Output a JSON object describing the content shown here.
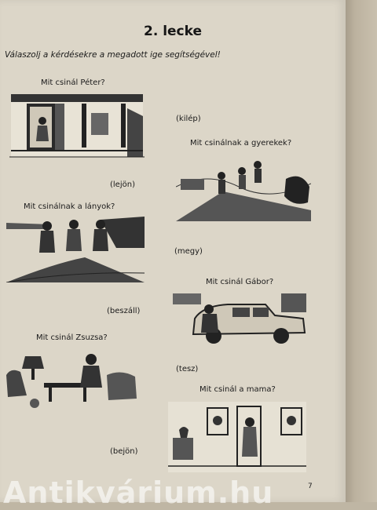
{
  "lesson": {
    "title": "2. lecke",
    "instruction": "Válaszolj a kérdésekre a megadott ige segítségével!"
  },
  "exercises": [
    {
      "question": "Mit csinál Péter?",
      "verb": "(kilép)"
    },
    {
      "question": "Mit csinálnak a gyerekek?",
      "verb": "(lejön)"
    },
    {
      "question": "Mit csinálnak a lányok?",
      "verb": "(megy)"
    },
    {
      "question": "Mit csinál Gábor?",
      "verb": "(beszáll)"
    },
    {
      "question": "Mit csinál Zsuzsa?",
      "verb": "(tesz)"
    },
    {
      "question": "Mit csinál a mama?",
      "verb": "(bejön)"
    }
  ],
  "page_number": "7",
  "watermark": "Antikvárium.hu"
}
